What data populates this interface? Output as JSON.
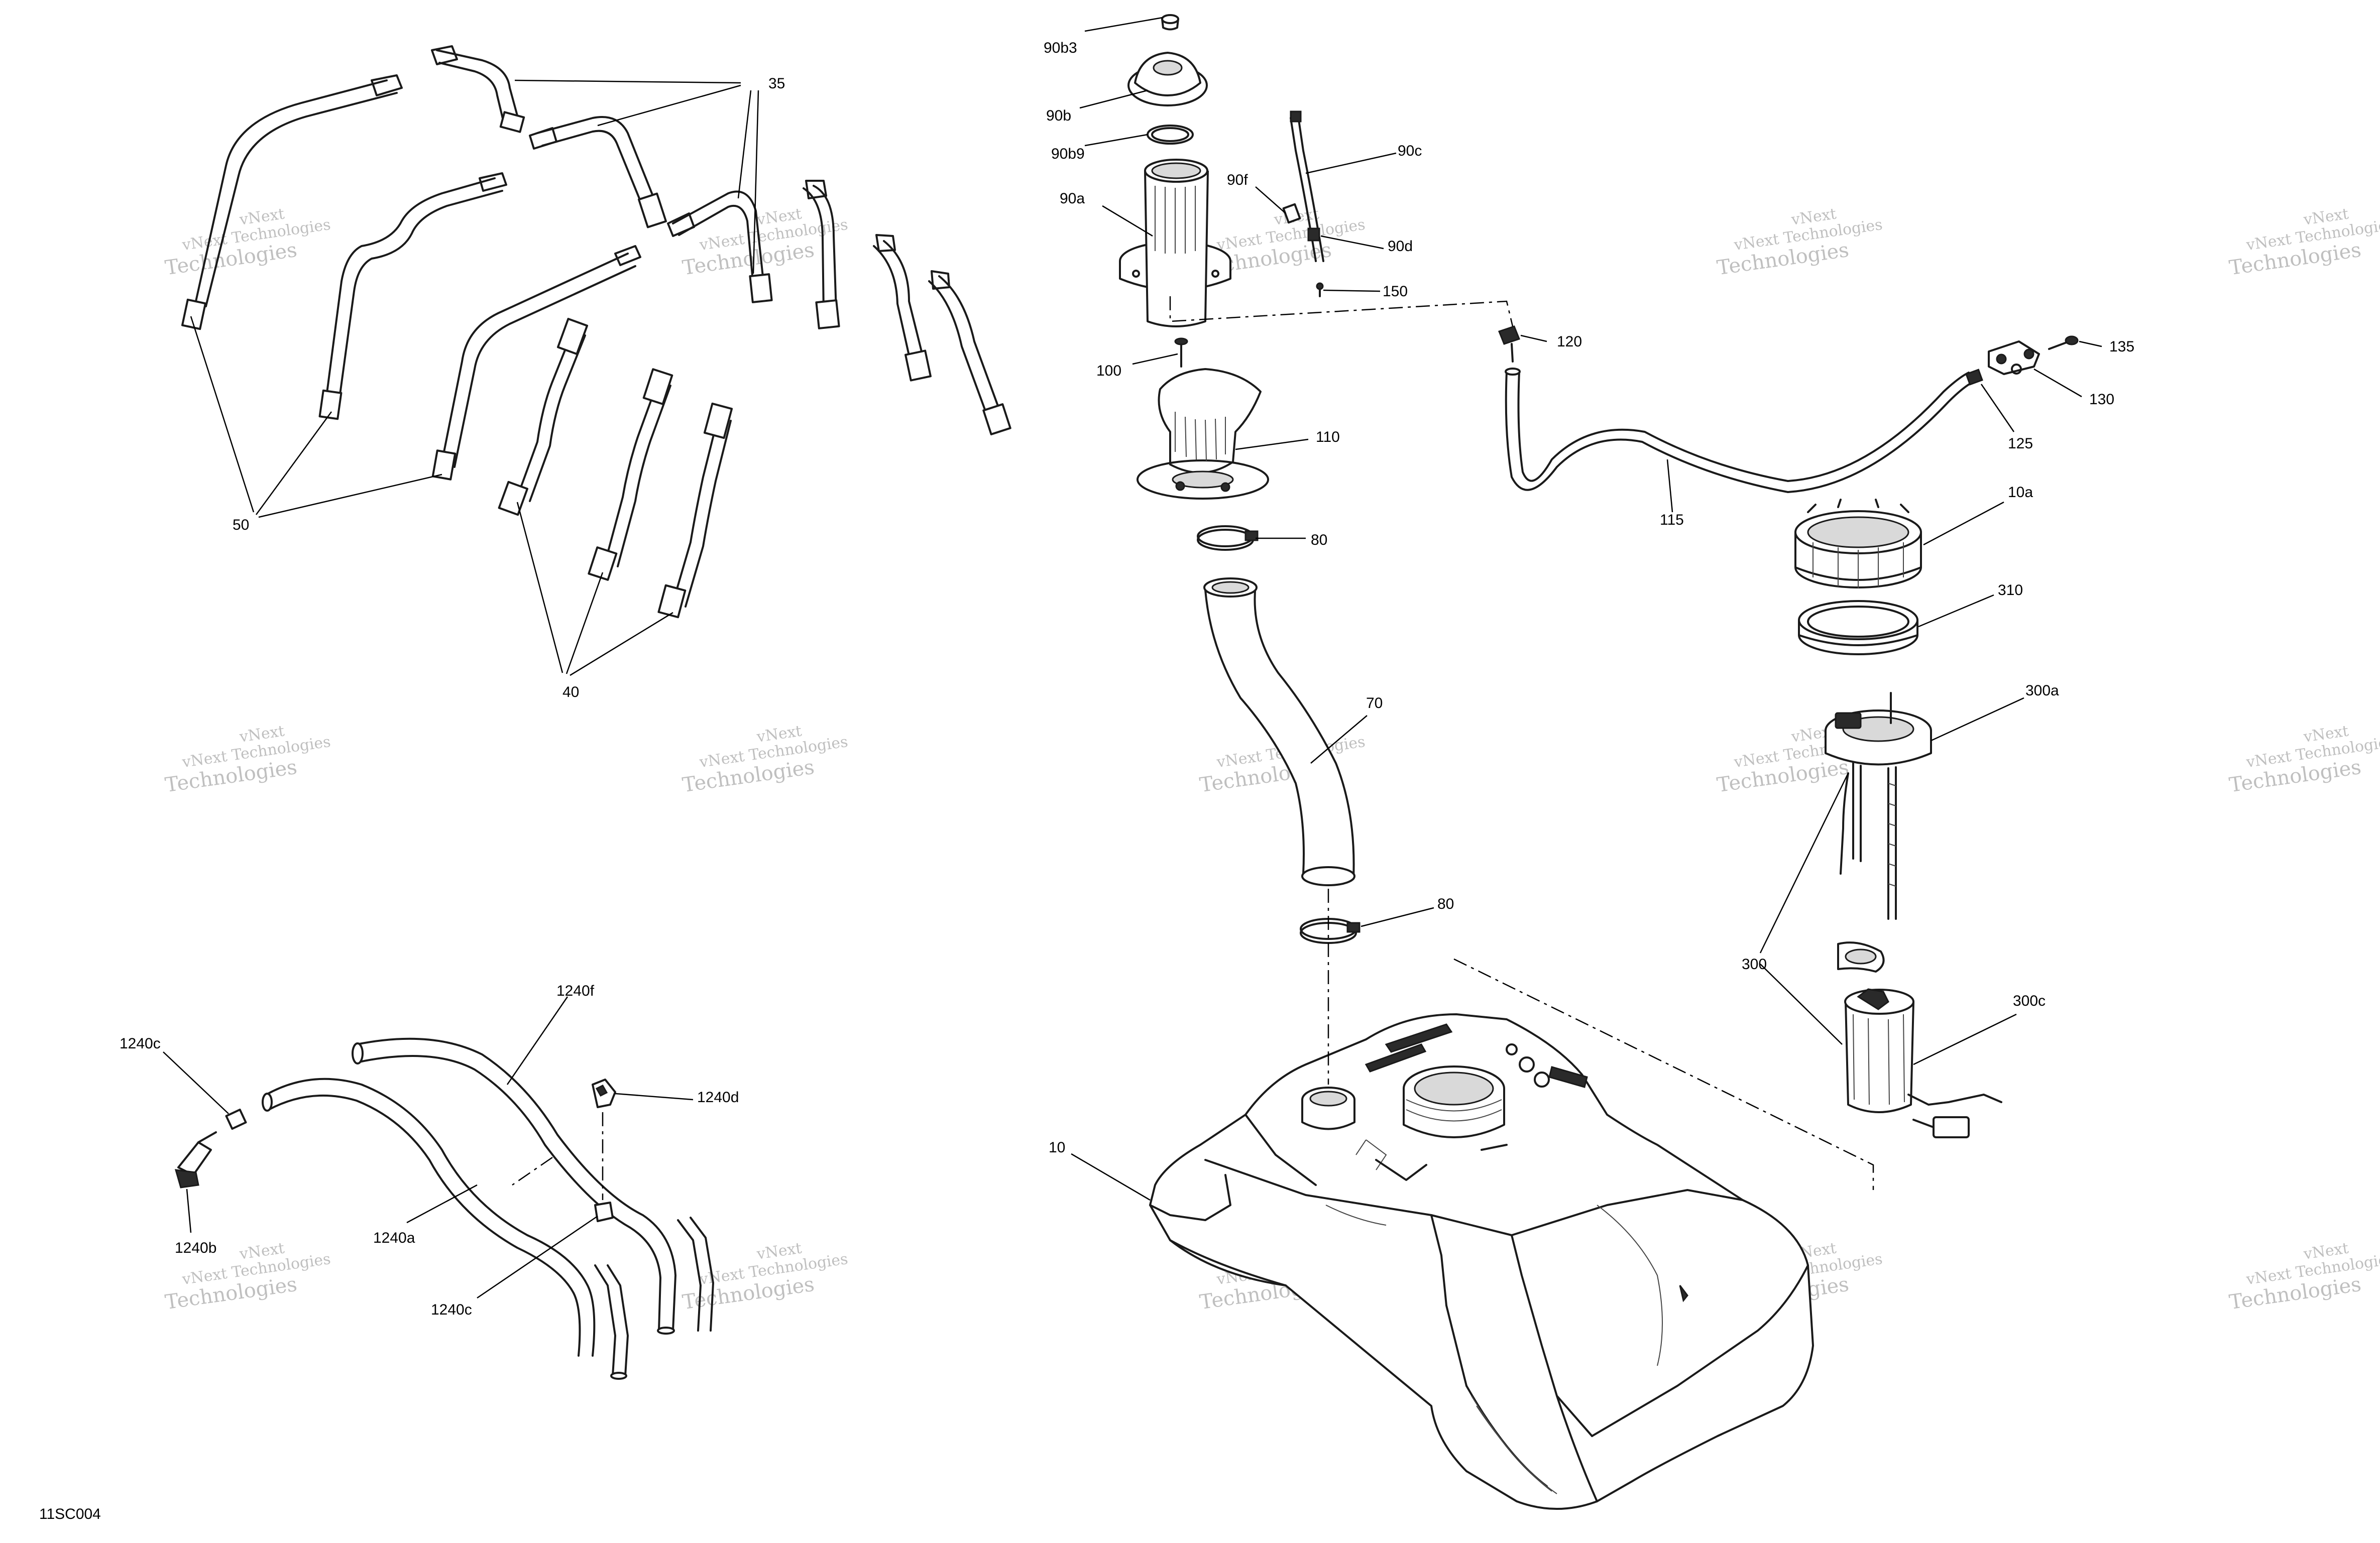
{
  "figure_code": "11SC004",
  "watermark": {
    "line1": "vNext",
    "line2": "vNext Technologies",
    "line3": "Technologies"
  },
  "callouts": {
    "c35": "35",
    "c50": "50",
    "c40": "40",
    "c90b3": "90b3",
    "c90b": "90b",
    "c90b9": "90b9",
    "c90c": "90c",
    "c90f": "90f",
    "c90a": "90a",
    "c90d": "90d",
    "c150": "150",
    "c100": "100",
    "c110": "110",
    "c80_top": "80",
    "c70": "70",
    "c80_bottom": "80",
    "c10": "10",
    "c120": "120",
    "c115": "115",
    "c135": "135",
    "c130": "130",
    "c125": "125",
    "c10a": "10a",
    "c310": "310",
    "c300a": "300a",
    "c300": "300",
    "c300c": "300c",
    "c1240f": "1240f",
    "c1240c_top": "1240c",
    "c1240d": "1240d",
    "c1240b": "1240b",
    "c1240a": "1240a",
    "c1240c_bottom": "1240c"
  }
}
